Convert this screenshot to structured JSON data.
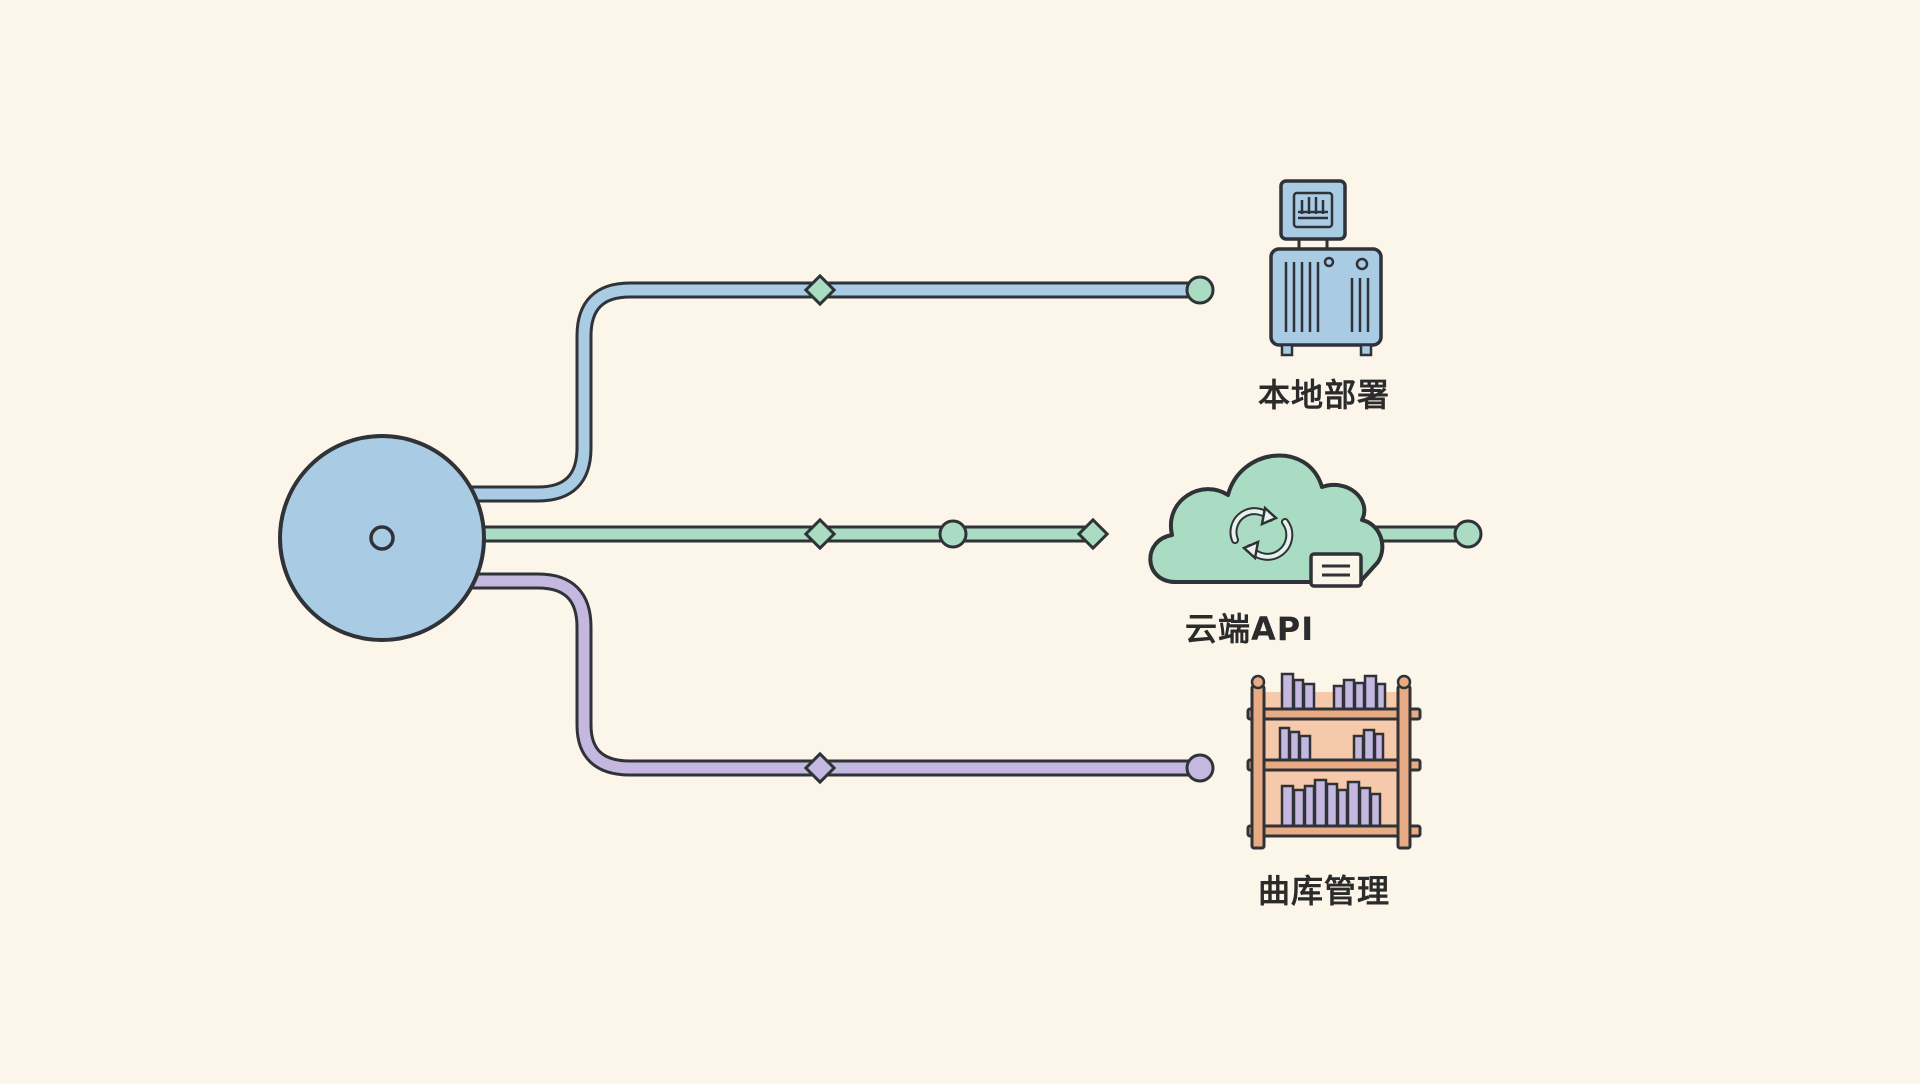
{
  "labels": {
    "local": "本地部署",
    "cloud": "云端API",
    "library": "曲库管理"
  },
  "icons": {
    "hub": "hub-disc-icon",
    "local": "server-chip-icon",
    "cloud": "cloud-sync-icon",
    "library": "bookshelf-icon"
  },
  "colors": {
    "background": "#fcf5ea",
    "outline": "#2f3237",
    "hub_fill": "#a9cbe4",
    "branch_local": "#a9cbe4",
    "branch_cloud": "#a9dcc3",
    "branch_library": "#c4b8e0",
    "server_fill": "#a9cbe4",
    "cloud_fill": "#a9dcc3",
    "shelf_wood": "#e9ab84",
    "shelf_back": "#f6c9aa",
    "books": "#c4b8e0"
  }
}
